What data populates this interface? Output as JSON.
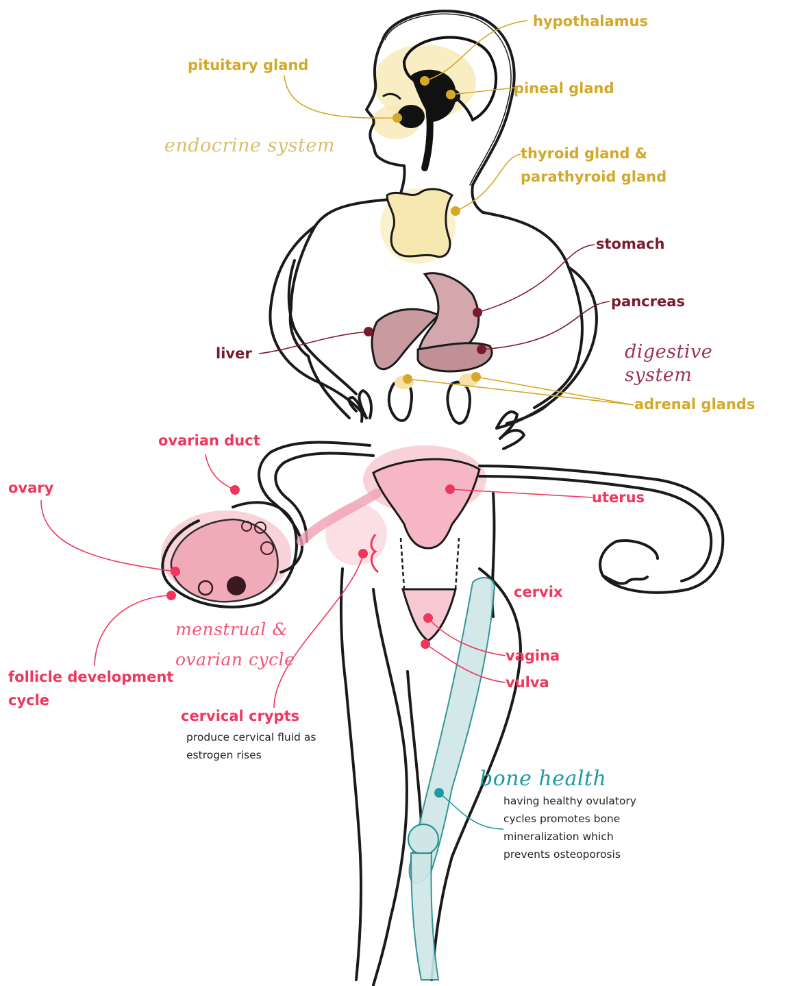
{
  "colors": {
    "endocrine": "#d4a829",
    "digestive": "#7a1a2e",
    "reproductive": "#f0365c",
    "bone": "#1e9aa0",
    "note_text": "#222222"
  },
  "sections": {
    "endocrine": "endocrine system",
    "digestive": "digestive system",
    "reproductive": "menstrual &\novarian cycle",
    "bone": "bone health"
  },
  "labels": {
    "hypothalamus": "hypothalamus",
    "pituitary": "pituitary gland",
    "pineal": "pineal gland",
    "thyroid": "thyroid gland &\nparathyroid gland",
    "stomach": "stomach",
    "pancreas": "pancreas",
    "liver": "liver",
    "adrenal": "adrenal glands",
    "ovarian_duct": "ovarian duct",
    "ovary": "ovary",
    "uterus": "uterus",
    "cervix": "cervix",
    "vagina": "vagina",
    "vulva": "vulva",
    "follicle": "follicle development\ncycle",
    "cervical_crypts": "cervical crypts"
  },
  "notes": {
    "cervical_crypts": "produce cervical fluid as\nestrogen rises",
    "bone_health": "having healthy ovulatory\ncycles promotes bone\nmineralization which\nprevents osteoporosis"
  }
}
